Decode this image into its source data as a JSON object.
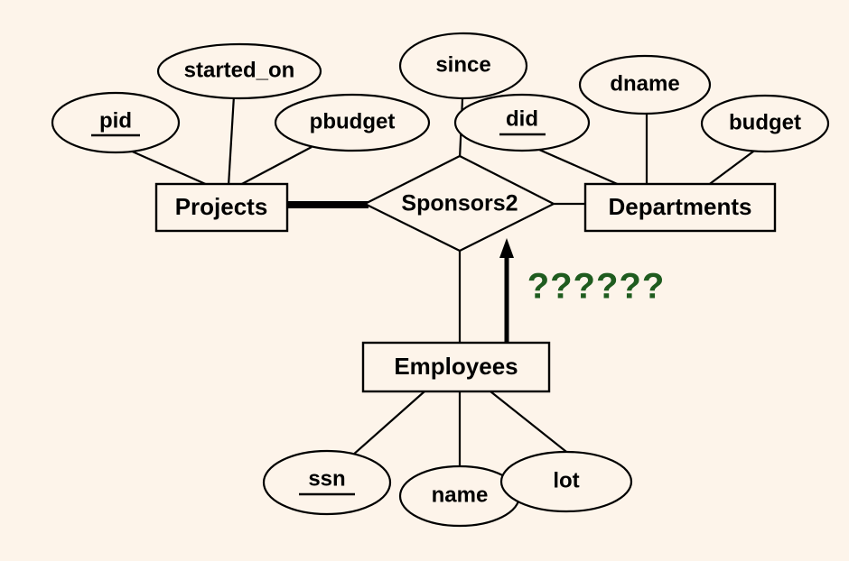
{
  "diagram": {
    "title": "ER diagram: Sponsors2 ternary relationship",
    "background_color": "#fdf4ea",
    "line_color": "#000000",
    "annotation_color": "#1f5c1f"
  },
  "entities": [
    {
      "id": "projects",
      "label": "Projects"
    },
    {
      "id": "departments",
      "label": "Departments"
    },
    {
      "id": "employees",
      "label": "Employees"
    }
  ],
  "relationships": [
    {
      "id": "sponsors2",
      "label": "Sponsors2"
    }
  ],
  "attributes": [
    {
      "id": "pid",
      "label": "pid",
      "key": true,
      "owner": "projects"
    },
    {
      "id": "started_on",
      "label": "started_on",
      "key": false,
      "owner": "projects"
    },
    {
      "id": "pbudget",
      "label": "pbudget",
      "key": false,
      "owner": "projects"
    },
    {
      "id": "since",
      "label": "since",
      "key": false,
      "owner": "sponsors2"
    },
    {
      "id": "did",
      "label": "did",
      "key": true,
      "owner": "departments"
    },
    {
      "id": "dname",
      "label": "dname",
      "key": false,
      "owner": "departments"
    },
    {
      "id": "budget",
      "label": "budget",
      "key": false,
      "owner": "departments"
    },
    {
      "id": "ssn",
      "label": "ssn",
      "key": true,
      "owner": "employees"
    },
    {
      "id": "name",
      "label": "name",
      "key": false,
      "owner": "employees"
    },
    {
      "id": "lot",
      "label": "lot",
      "key": false,
      "owner": "employees"
    }
  ],
  "annotations": [
    {
      "id": "unknown-constraint",
      "label": "??????",
      "color": "#1f5c1f"
    }
  ],
  "edges": [
    {
      "from": "projects",
      "to": "sponsors2",
      "style": "thick",
      "meaning": "total-participation"
    },
    {
      "from": "sponsors2",
      "to": "departments",
      "style": "thin",
      "meaning": "participation"
    },
    {
      "from": "sponsors2",
      "to": "employees",
      "style": "thin",
      "meaning": "participation"
    },
    {
      "from": "employees",
      "to": "sponsors2",
      "style": "arrow",
      "meaning": "key-constraint-arrow"
    }
  ]
}
